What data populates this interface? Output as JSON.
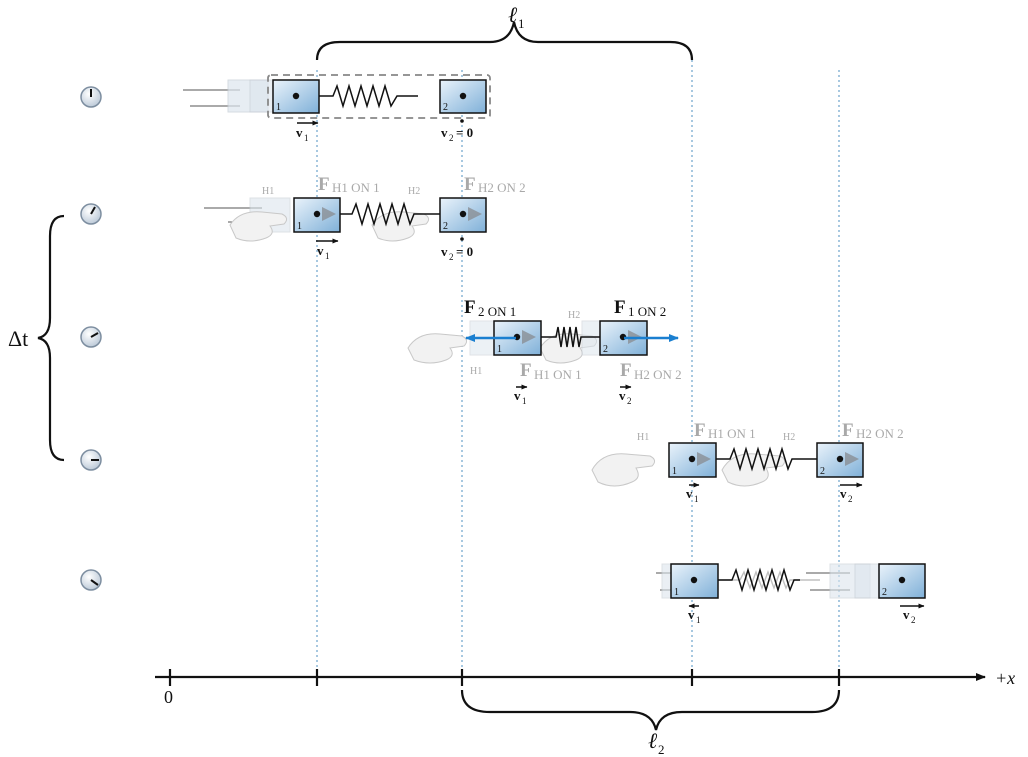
{
  "axis": {
    "origin_label": "0",
    "positive_label": "+x"
  },
  "brackets": {
    "top_length_label": "ℓ",
    "top_length_sub": "1",
    "bottom_length_label": "ℓ",
    "bottom_length_sub": "2",
    "interval_label": "Δt"
  },
  "carts": {
    "cart1_label": "1",
    "cart2_label": "2"
  },
  "velocities": {
    "v1": "v",
    "v1_sub": "1",
    "v2": "v",
    "v2_sub": "2",
    "v2_zero_text": "= 0"
  },
  "forces": {
    "F": "F",
    "h1_on_1": "H1 ON 1",
    "h2_on_2": "H2 ON 2",
    "two_on_1": "2 ON 1",
    "one_on_2": "1 ON 2",
    "hand1": "H1",
    "hand2": "H2"
  },
  "colors": {
    "cart_fill_light": "#e4f0fa",
    "cart_fill_dark": "#7fb0d8",
    "force_arrow": "#1a7fd0",
    "guide_dots": "#8ab6d6",
    "faint_text": "#a9a9a9"
  }
}
